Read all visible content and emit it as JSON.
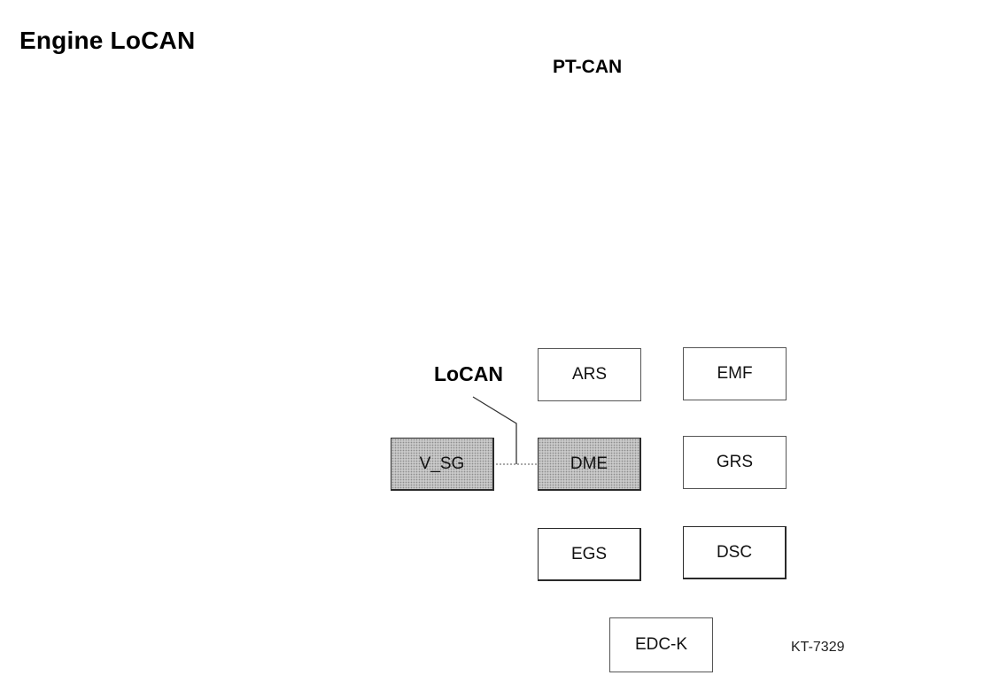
{
  "title": "Engine LoCAN",
  "bus_label": "PT-CAN",
  "locan_label": "LoCAN",
  "ecus": {
    "ars": "ARS",
    "emf": "EMF",
    "vsg": "V_SG",
    "dme": "DME",
    "grs": "GRS",
    "egs": "EGS",
    "dsc": "DSC",
    "edck": "EDC-K"
  },
  "figure_code": "KT-7329",
  "colors": {
    "shaded_fill": "#c9c9c9",
    "border": "#2a2a2a"
  }
}
